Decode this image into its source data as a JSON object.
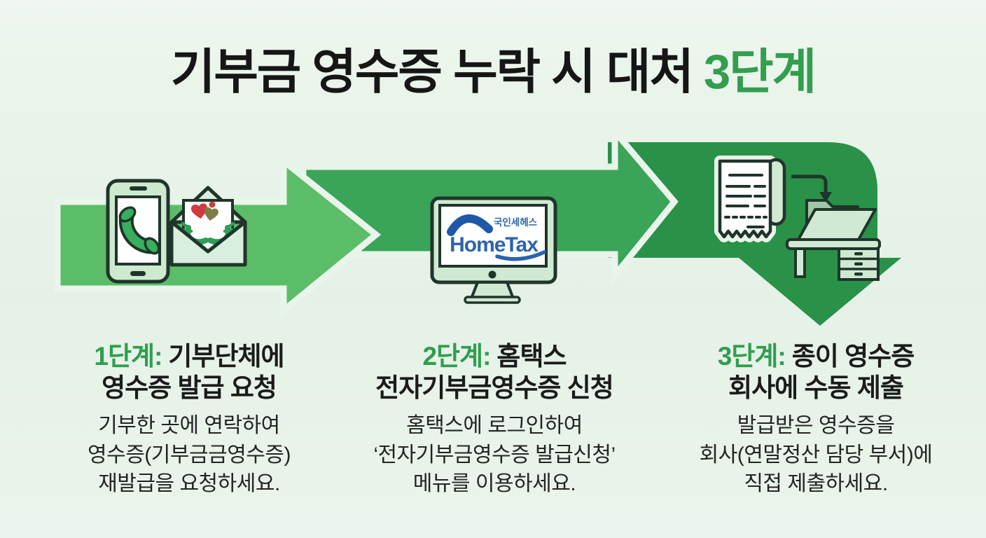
{
  "title": {
    "main": "기부금 영수증 누락 시 대처",
    "accent": "3단계"
  },
  "colors": {
    "background": "#e9f4ea",
    "arrow_step1": "#5cbd69",
    "arrow_step2": "#3aa458",
    "arrow_step3": "#2a9149",
    "accent_green_text": "#2f9e4e",
    "outline_dark": "#20352a",
    "icon_fill_light": "#cfe9d3",
    "hometax_blue": "#2b63ae",
    "heart_red": "#d23a42",
    "heart_olive": "#7f7d46"
  },
  "arrows": [
    "flow-arrow-right-1",
    "flow-arrow-right-2",
    "flow-arrow-elbow-down"
  ],
  "hometax": {
    "korean": "국인세헤스",
    "latin": "HomeTax"
  },
  "icons": {
    "step1": [
      "smartphone-call-icon",
      "donation-envelope-icon"
    ],
    "step2": [
      "hometax-monitor-icon"
    ],
    "step3": [
      "paper-receipt-icon",
      "transfer-arrow-icon",
      "folder-icon",
      "desk-icon"
    ]
  },
  "steps": [
    {
      "prefix": "1단계:",
      "heading_line1": "기부단체에",
      "heading_line2": "영수증 발급 요청",
      "body_line1": "기부한 곳에 연락하여",
      "body_line2": "영수증(기부금금영수증)",
      "body_line3": "재발급을 요청하세요."
    },
    {
      "prefix": "2단계:",
      "heading_line1": "홈택스",
      "heading_line2": "전자기부금영수증 신청",
      "body_line1": "홈택스에 로그인하여",
      "body_line2": "‘전자기부금영수증 발급신청’",
      "body_line3": "메뉴를 이용하세요."
    },
    {
      "prefix": "3단계:",
      "heading_line1": "종이 영수증",
      "heading_line2": "회사에 수동 제출",
      "body_line1": "발급받은 영수증을",
      "body_line2": "회사(연말정산 담당 부서)에",
      "body_line3": "직접 제출하세요."
    }
  ]
}
